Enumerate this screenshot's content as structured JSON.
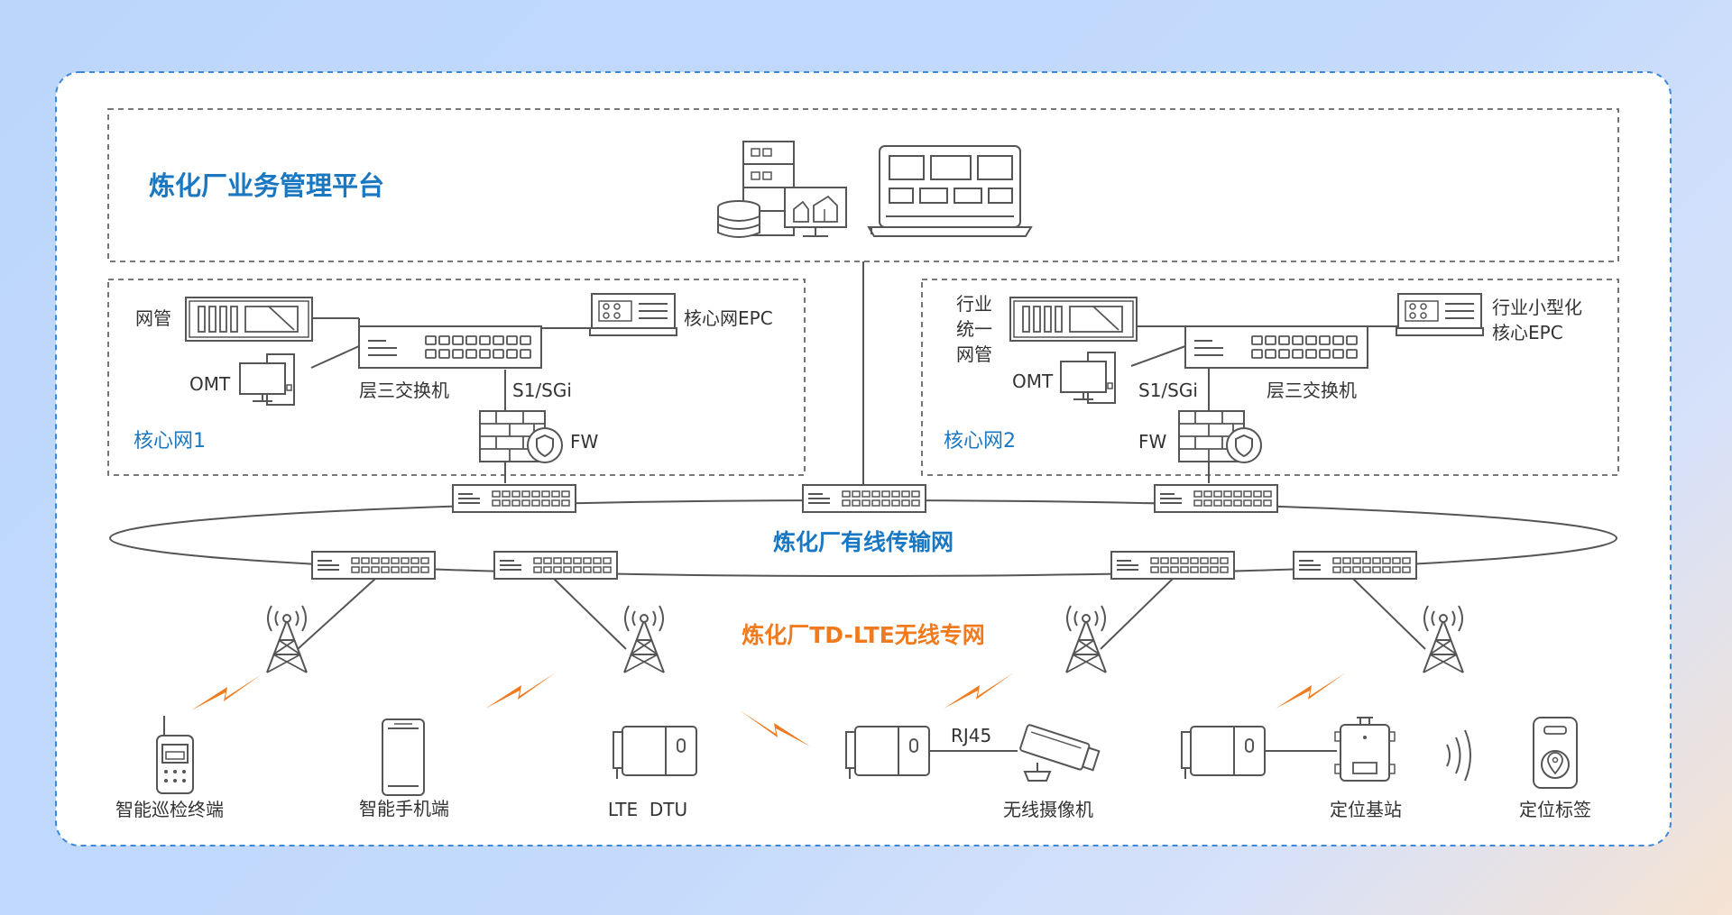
{
  "platform": {
    "title": "炼化厂业务管理平台"
  },
  "core1": {
    "area_label": "核心网1",
    "nms_label": "网管",
    "epc_label": "核心网EPC",
    "omt_label": "OMT",
    "switch_label": "层三交换机",
    "link_label": "S1/SGi",
    "fw_label": "FW"
  },
  "core2": {
    "area_label": "核心网2",
    "nms_label_lines": [
      "行业",
      "统一",
      "网管"
    ],
    "epc_label_lines": [
      "行业小型化",
      "核心EPC"
    ],
    "omt_label": "OMT",
    "switch_label": "层三交换机",
    "link_label": "S1/SGi",
    "fw_label": "FW"
  },
  "wired_network": {
    "label": "炼化厂有线传输网"
  },
  "wireless_network": {
    "label": "炼化厂TD-LTE无线专网"
  },
  "terminals": {
    "patrol": "智能巡检终端",
    "phone": "智能手机端",
    "dtu": "LTE  DTU",
    "rj45": "RJ45",
    "camera": "无线摄像机",
    "positioning_station": "定位基站",
    "positioning_tag": "定位标签"
  },
  "colors": {
    "accent_blue": "#1a78c2",
    "accent_orange": "#f07a1e",
    "line": "#555555"
  }
}
